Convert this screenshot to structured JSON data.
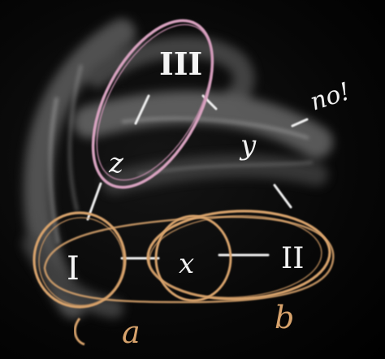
{
  "nodes": {
    "roman_3": "III",
    "roman_1": "I",
    "roman_2": "II",
    "var_x": "x",
    "var_y": "y",
    "var_z": "z"
  },
  "labels": {
    "a": "a",
    "b": "b",
    "no": "no!"
  },
  "colors": {
    "board": "#000000",
    "chalk_white": "#f2f2f2",
    "pink_chalk": "#d8a2c0",
    "orange_chalk": "#d8a36c",
    "smudge": "#777777"
  }
}
